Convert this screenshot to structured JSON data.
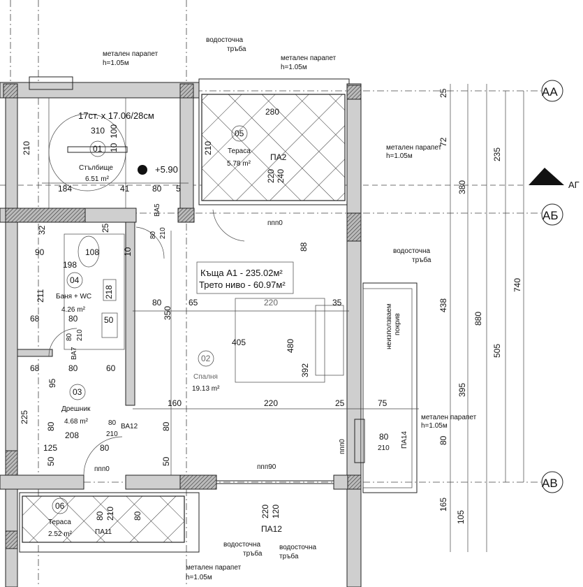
{
  "notes": {
    "parapet": "метален парапет",
    "parapet_h": "h=1.05м",
    "drain1": "водосточна",
    "drain2": "тръба",
    "stairs_spec": "17ст. x 17.06/28см",
    "level_mark": "+5.90",
    "unused_roof_1": "неизползваем",
    "unused_roof_2": "покрив",
    "ppp0": "ппп0",
    "ppp90": "ппп90"
  },
  "summary": {
    "house": "Къща А1 - 235.02м²",
    "level": "Трето ниво - 60.97м²"
  },
  "rooms": [
    {
      "num": "01",
      "name": "Стълбище",
      "area": "6.51 m²"
    },
    {
      "num": "02",
      "name": "Спалня",
      "area": "19.13 m²"
    },
    {
      "num": "03",
      "name": "Дрешник",
      "area": "4.68 m²"
    },
    {
      "num": "04",
      "name": "Баня + WC",
      "area": "4.26 m²"
    },
    {
      "num": "05",
      "name": "Тераса",
      "area": "5.78 m²"
    },
    {
      "num": "06",
      "name": "Тераса",
      "area": "2.52 m²"
    }
  ],
  "openings": [
    "ПА2",
    "ВА5",
    "ВА7",
    "ВА12",
    "ПА14",
    "ПА12",
    "ПА11"
  ],
  "axes": [
    "АА",
    "АБ",
    "АВ",
    "АГ"
  ],
  "dims": [
    "310",
    "100",
    "210",
    "10",
    "184",
    "41",
    "80",
    "5",
    "280",
    "210",
    "220",
    "240",
    "80",
    "210",
    "32",
    "25",
    "90",
    "108",
    "10",
    "198",
    "218",
    "211",
    "50",
    "68",
    "80",
    "80",
    "210",
    "68",
    "80",
    "60",
    "95",
    "225",
    "80",
    "208",
    "125",
    "80",
    "50",
    "80",
    "210",
    "80",
    "50",
    "160",
    "220",
    "25",
    "75",
    "80",
    "65",
    "350",
    "220",
    "35",
    "405",
    "480",
    "392",
    "88",
    "80",
    "210",
    "220",
    "120",
    "80",
    "210",
    "80",
    "25",
    "72",
    "380",
    "235",
    "438",
    "880",
    "740",
    "505",
    "395",
    "80",
    "165",
    "105"
  ]
}
